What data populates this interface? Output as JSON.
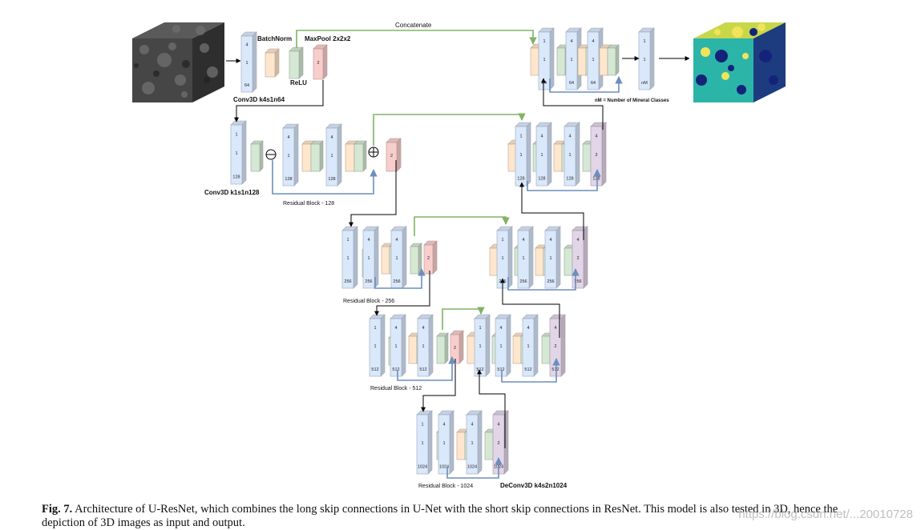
{
  "diagram": {
    "labels": {
      "concatenate": "Concatenate",
      "batchnorm": "BatchNorm",
      "relu": "ReLU",
      "maxpool": "MaxPool 2x2x2",
      "conv_first": "Conv3D k4s1n64",
      "conv_k1": "Conv3D k1s1n128",
      "nm_note": "nM = Number of Mineral Classes",
      "res128": "Residual Block - 128",
      "res256": "Residual Block - 256",
      "res512": "Residual Block - 512",
      "res1024": "Residual Block - 1024",
      "deconv": "DeConv3D k4s2n1024"
    },
    "colors": {
      "conv": "#dae8fc",
      "batchnorm": "#ffe6cc",
      "relu": "#d5e8d4",
      "pool": "#f8cecc",
      "deconv": "#e1d5e7",
      "skip_long": "#82b366",
      "skip_short": "#6c8ebf",
      "arrow": "#000000"
    },
    "encoder": {
      "top": {
        "conv": [
          "4",
          "1",
          "64"
        ],
        "pool": "2"
      },
      "level128": {
        "convs": [
          [
            "1",
            "1",
            "128"
          ],
          [
            "4",
            "1",
            "128"
          ],
          [
            "4",
            "1",
            "128"
          ]
        ],
        "pool": "2"
      },
      "level256": {
        "convs": [
          [
            "1",
            "1",
            "256"
          ],
          [
            "4",
            "1",
            "256"
          ],
          [
            "4",
            "1",
            "256"
          ]
        ],
        "pool": "2"
      },
      "level512": {
        "convs": [
          [
            "1",
            "1",
            "512"
          ],
          [
            "4",
            "1",
            "512"
          ],
          [
            "4",
            "1",
            "512"
          ]
        ],
        "pool": "2"
      },
      "level1024": {
        "convs": [
          [
            "1",
            "1",
            "1024"
          ],
          [
            "4",
            "1",
            "1024"
          ],
          [
            "4",
            "1",
            "1024"
          ]
        ],
        "deconv": [
          "4",
          "2",
          "1024"
        ]
      }
    },
    "decoder": {
      "level512": {
        "convs": [
          [
            "1",
            "1",
            "512"
          ],
          [
            "4",
            "1",
            "512"
          ],
          [
            "4",
            "1",
            "512"
          ]
        ],
        "deconv": [
          "4",
          "2",
          "512"
        ]
      },
      "level256": {
        "convs": [
          [
            "1",
            "1",
            "256"
          ],
          [
            "4",
            "1",
            "256"
          ],
          [
            "4",
            "1",
            "256"
          ]
        ],
        "deconv": [
          "4",
          "2",
          "256"
        ]
      },
      "level128": {
        "convs": [
          [
            "1",
            "1",
            "128"
          ],
          [
            "4",
            "1",
            "128"
          ],
          [
            "4",
            "1",
            "128"
          ]
        ],
        "deconv": [
          "4",
          "2",
          "128"
        ]
      },
      "top": {
        "convs": [
          [
            "1",
            "1",
            "64"
          ],
          [
            "4",
            "1",
            "64"
          ],
          [
            "4",
            "1",
            "64"
          ]
        ],
        "out": [
          "1",
          "1",
          "nM"
        ]
      }
    }
  },
  "caption": {
    "label": "Fig. 7.",
    "text": "Architecture of U-ResNet, which combines the long skip connections in U-Net with the short skip connections in ResNet. This model is also tested in 3D, hence the depiction of 3D images as input and output."
  },
  "watermark": "https://blog.csdn.net/...20010728"
}
